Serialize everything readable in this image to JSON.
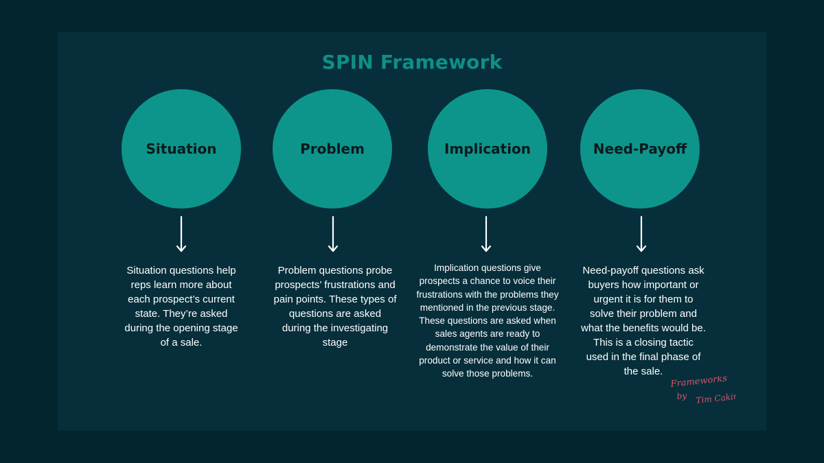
{
  "title": "SPIN Framework",
  "stages": [
    {
      "label": "Situation",
      "description": "Situation questions help reps learn more about each prospect’s current state. They’re asked during the opening stage of a sale."
    },
    {
      "label": "Problem",
      "description": "Problem questions probe prospects’ frustrations and pain points. These types of questions are asked during the investigating stage"
    },
    {
      "label": "Implication",
      "description": "Implication questions give prospects a chance to voice their frustrations with the problems they mentioned in the previous stage. These questions are asked when sales agents are ready to demonstrate the value of their product or service and how it can solve those problems."
    },
    {
      "label": "Need-Payoff",
      "description": "Need-payoff questions ask buyers how important or urgent it is for them to solve their problem and what the benefits would be. This is a closing tactic used in the final phase of the sale."
    }
  ],
  "signature": {
    "line1": "Frameworks",
    "line2": "by",
    "line3": "Tim Cakir"
  },
  "colors": {
    "background": "#03262e",
    "panel": "#062f3b",
    "accent": "#0e958b",
    "title": "#0f8f86",
    "signature": "#d9556b"
  }
}
